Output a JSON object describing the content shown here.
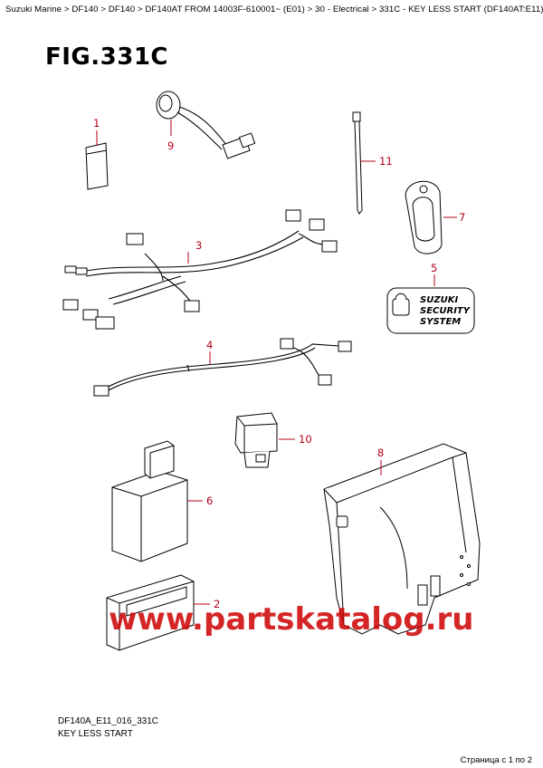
{
  "breadcrumb": "Suzuki Marine > DF140 > DF140 > DF140AT FROM 14003F-610001~ (E01) > 30 - Electrical > 331C - KEY LESS START (DF140AT:E11)",
  "figure_title": "FIG.331C",
  "diagram_code": "DF140A_E11_016_331C",
  "caption": "KEY LESS START",
  "pager": "Страница с 1 по 2",
  "watermark": "www.partskatalog.ru",
  "badge_lines": [
    "SUZUKI",
    "SECURITY",
    "SYSTEM"
  ],
  "callouts": [
    "1",
    "9",
    "11",
    "7",
    "3",
    "5",
    "4",
    "10",
    "8",
    "6",
    "2"
  ],
  "label_color": "#b3001b",
  "watermark_color": "#cc0000"
}
